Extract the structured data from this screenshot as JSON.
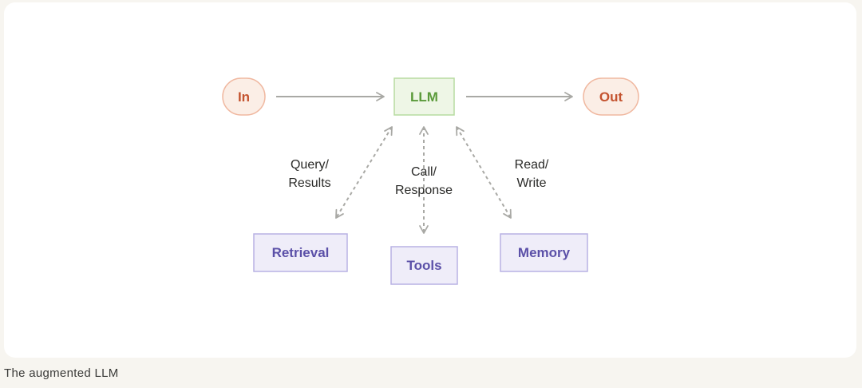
{
  "nodes": {
    "in": "In",
    "llm": "LLM",
    "out": "Out",
    "retrieval": "Retrieval",
    "tools": "Tools",
    "memory": "Memory"
  },
  "edges": {
    "query_results": [
      "Query/",
      "Results"
    ],
    "call_response": [
      "Call/",
      "Response"
    ],
    "read_write": [
      "Read/",
      "Write"
    ]
  },
  "caption": "The augmented LLM",
  "colors": {
    "io_fill": "#fbeee6",
    "io_stroke": "#f0b8a0",
    "io_text": "#c4532f",
    "llm_fill": "#eef6e6",
    "llm_stroke": "#b7dca0",
    "llm_text": "#5a9a3a",
    "tool_fill": "#efedf9",
    "tool_stroke": "#b9b2e4",
    "tool_text": "#5b50a8",
    "arrow": "#a9a9a5"
  }
}
